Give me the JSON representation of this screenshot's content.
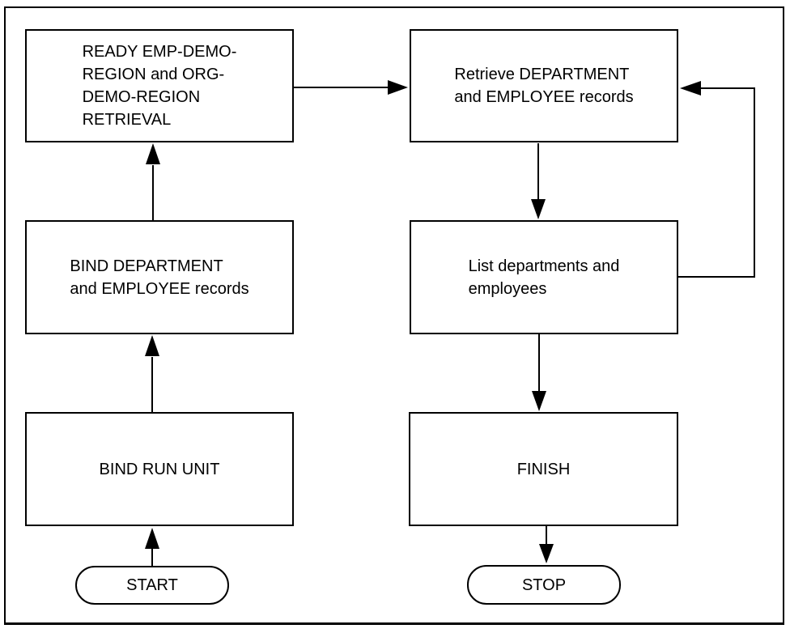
{
  "diagram": {
    "type": "flowchart",
    "colors": {
      "background": "#ffffff",
      "line": "#000000",
      "text": "#000000"
    },
    "nodes": {
      "ready_retrieval": {
        "shape": "process",
        "label": "READY EMP-DEMO-\nREGION and ORG-\nDEMO-REGION\nRETRIEVAL"
      },
      "retrieve_records": {
        "shape": "process",
        "label": "Retrieve DEPARTMENT\nand EMPLOYEE records"
      },
      "bind_department": {
        "shape": "process",
        "label": "BIND DEPARTMENT\nand EMPLOYEE records"
      },
      "list_departments": {
        "shape": "process",
        "label": "List departments and\nemployees"
      },
      "bind_run_unit": {
        "shape": "process",
        "label": "BIND RUN UNIT"
      },
      "finish": {
        "shape": "process",
        "label": "FINISH"
      },
      "start": {
        "shape": "terminator",
        "label": "START"
      },
      "stop": {
        "shape": "terminator",
        "label": "STOP"
      }
    },
    "edges": [
      {
        "from": "start",
        "to": "bind_run_unit",
        "direction": "up"
      },
      {
        "from": "bind_run_unit",
        "to": "bind_department",
        "direction": "up"
      },
      {
        "from": "bind_department",
        "to": "ready_retrieval",
        "direction": "up"
      },
      {
        "from": "ready_retrieval",
        "to": "retrieve_records",
        "direction": "right"
      },
      {
        "from": "retrieve_records",
        "to": "list_departments",
        "direction": "down"
      },
      {
        "from": "list_departments",
        "to": "retrieve_records",
        "direction": "loop-right-up"
      },
      {
        "from": "list_departments",
        "to": "finish",
        "direction": "down"
      },
      {
        "from": "finish",
        "to": "stop",
        "direction": "down"
      }
    ]
  }
}
